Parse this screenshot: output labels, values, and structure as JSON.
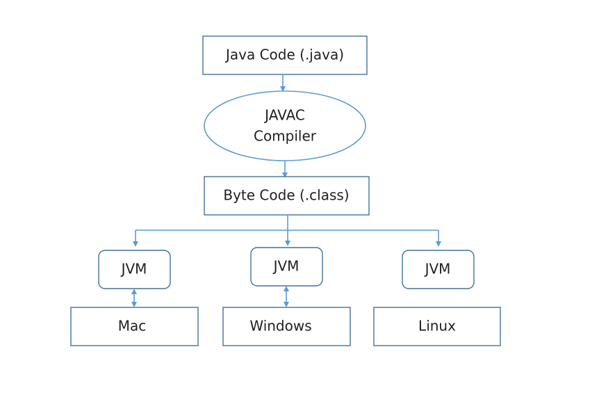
{
  "diagram": {
    "source": {
      "label": "Java Code (.java)"
    },
    "compiler": {
      "line1": "JAVAC",
      "line2": "Compiler"
    },
    "bytecode": {
      "label": "Byte Code (.class)"
    },
    "jvms": [
      {
        "label": "JVM"
      },
      {
        "label": "JVM"
      },
      {
        "label": "JVM"
      }
    ],
    "platforms": [
      {
        "label": "Mac"
      },
      {
        "label": "Windows"
      },
      {
        "label": "Linux"
      }
    ],
    "colors": {
      "box_border": "#41719c",
      "connector": "#5b9bd5",
      "text": "#1f1f1f",
      "background": "#ffffff"
    }
  }
}
